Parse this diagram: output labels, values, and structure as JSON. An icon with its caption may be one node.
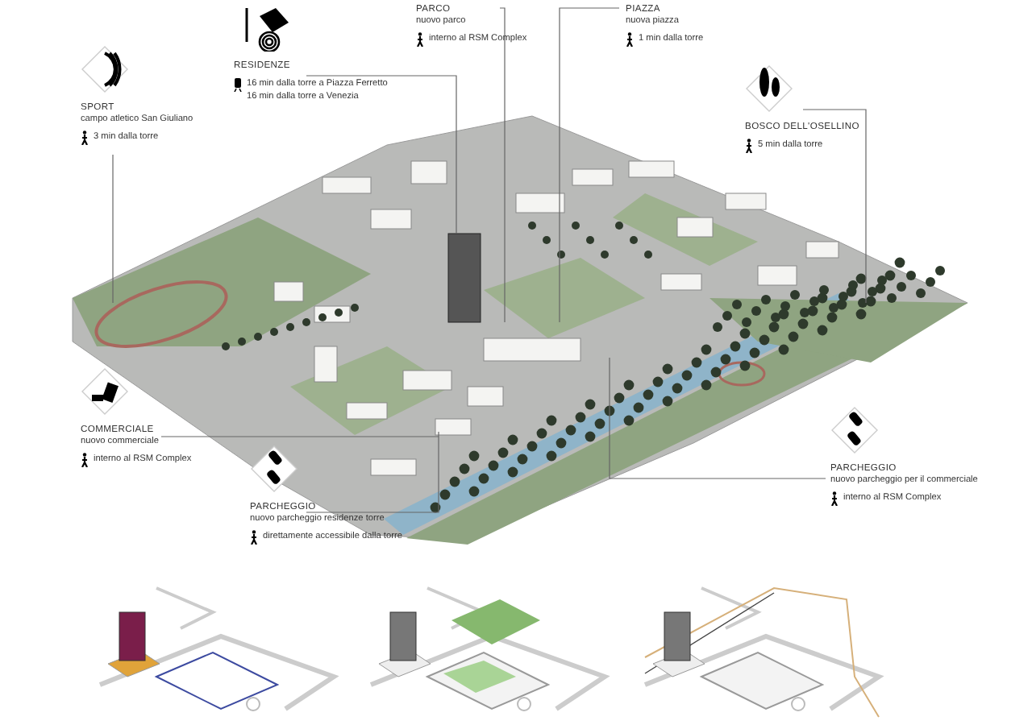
{
  "diagram": {
    "nodes": [
      {
        "text": [
          "SPORT",
          "campo atletico San Giuliano",
          "3 min dalla torre"
        ]
      },
      {
        "text": [
          "RESIDENZE",
          "16 min dalla torre a Piazza Ferretto",
          "16 min dalla torre a Venezia"
        ]
      },
      {
        "text": [
          "PARCO",
          "nuovo parco",
          "interno al RSM Complex"
        ]
      },
      {
        "text": [
          "PIAZZA",
          "nuova piazza",
          "1 min dalla torre"
        ]
      },
      {
        "text": [
          "BOSCO DELL'OSELLINO",
          "5 min dalla torre"
        ]
      },
      {
        "text": [
          "COMMERCIALE",
          "nuovo commerciale",
          "interno al RSM Complex"
        ]
      },
      {
        "text": [
          "PARCHEGGIO",
          "nuovo parcheggio residenze torre",
          "direttamente accessibile dalla torre"
        ]
      },
      {
        "text": [
          "PARCHEGGIO",
          "nuovo parcheggio per il commerciale",
          "interno al RSM Complex"
        ]
      }
    ],
    "edges": [
      {
        "from": 0,
        "to": null,
        "arrow": "none"
      },
      {
        "from": 1,
        "to": null,
        "arrow": "none"
      },
      {
        "from": 2,
        "to": null,
        "arrow": "none"
      },
      {
        "from": 3,
        "to": null,
        "arrow": "none"
      },
      {
        "from": 4,
        "to": null,
        "arrow": "none"
      },
      {
        "from": 5,
        "to": null,
        "arrow": "none"
      },
      {
        "from": 6,
        "to": null,
        "arrow": "none"
      },
      {
        "from": 7,
        "to": null,
        "arrow": "none"
      }
    ]
  }
}
